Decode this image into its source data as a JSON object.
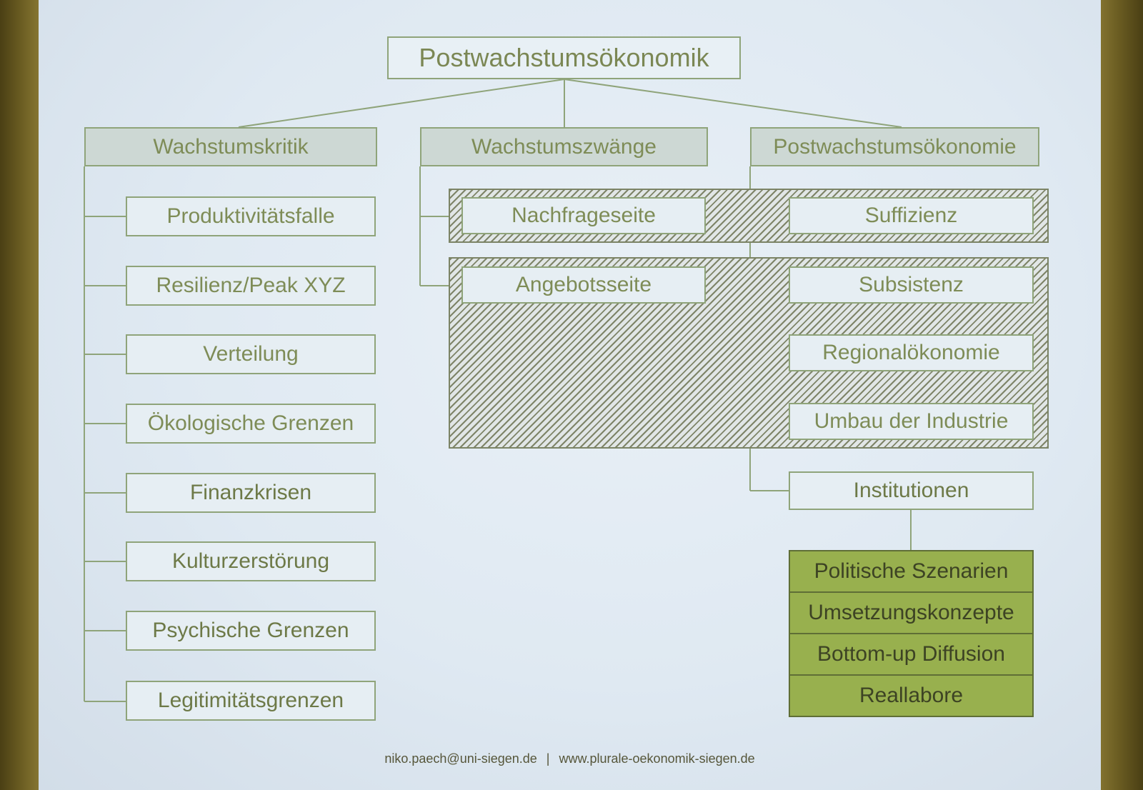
{
  "root": "Postwachstumsökonomik",
  "columns": {
    "wachstumskritik": {
      "header": "Wachstumskritik",
      "items": [
        "Produktivitätsfalle",
        "Resilienz/Peak XYZ",
        "Verteilung",
        "Ökologische Grenzen",
        "Finanzkrisen",
        "Kulturzerstörung",
        "Psychische Grenzen",
        "Legitimitätsgrenzen"
      ]
    },
    "wachstumszwaenge": {
      "header": "Wachstumszwänge",
      "items": [
        "Nachfrageseite",
        "Angebotsseite"
      ]
    },
    "postwachstumsoekonomie": {
      "header": "Postwachstumsökonomie",
      "items": [
        "Suffizienz",
        "Subsistenz",
        "Regionalökonomie",
        "Umbau der Industrie",
        "Institutionen"
      ],
      "sub_items": [
        "Politische Szenarien",
        "Umsetzungskonzepte",
        "Bottom-up Diffusion",
        "Reallabore"
      ]
    }
  },
  "footer": {
    "email": "niko.paech@uni-siegen.de",
    "separator": "|",
    "url": "www.plurale-oekonomik-siegen.de"
  },
  "colors": {
    "line": "#8fa47a",
    "box_text": "#7e8c57",
    "header_fill": "#cdd8d4",
    "green_fill": "#98b04e"
  }
}
